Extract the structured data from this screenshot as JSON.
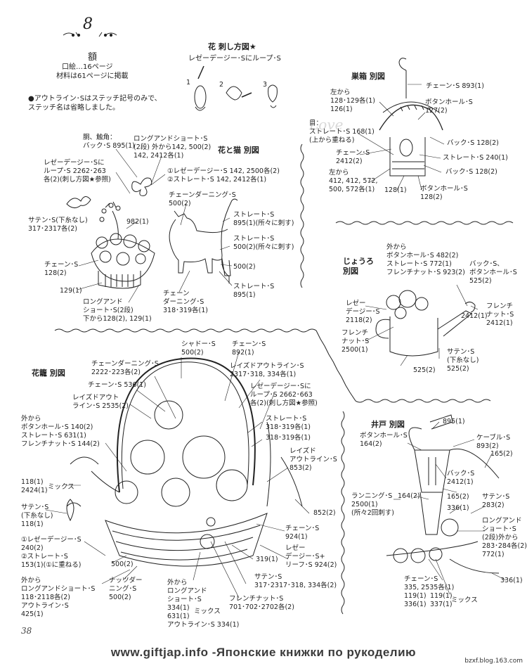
{
  "header": {
    "number": "8",
    "title": "額",
    "ref": "口絵…16ページ",
    "materials": "材料は61ページに掲載"
  },
  "note": "●アウトライン･Sはステッチ記号のみで、\nステッチ名は省略しました。",
  "flower_stitch": {
    "title": "花 刺し方図★",
    "subtitle": "レゼーデージー･Sにループ･S",
    "steps": [
      "1",
      "2",
      "3"
    ]
  },
  "sections": {
    "cat": "花と猫 別図",
    "birdhouse": "巣箱 別図",
    "watering_can": "じょうろ\n別図",
    "basket": "花籠 別図",
    "well": "井戸 別図"
  },
  "labels": {
    "cat_l1": "胴、触角：\nバック･S 895(1)",
    "cat_l2": "ロングアンドショート･S\n(2段) 外から142, 500(2)\n142, 2412各(1)",
    "cat_l3": "レゼーデージー･Sに\nループ･S 2262･263\n各(2)(刺し方図★参照)",
    "cat_l4": "①レゼーデージー･S 142, 2500各(2)\n②ストレート･S 142, 2412各(1)",
    "cat_l5": "チェーンダーニング･S\n500(2)",
    "cat_l6": "サテン･S(下糸なし)\n317･2317各(2)",
    "cat_l7": "982(1)",
    "cat_l8": "ストレート･S\n895(1)(所々に刺す)",
    "cat_l9": "ストレート･S\n500(2)(所々に刺す)",
    "cat_l10": "500(2)",
    "cat_l11": "チェーン･S\n128(2)",
    "cat_l12": "ストレート･S\n895(1)",
    "cat_l13": "129(1)",
    "cat_l14": "ロングアンド\nショート･S(2段)\n下から128(2), 129(1)",
    "cat_l15": "チェーン\nダーニング･S\n318･319各(1)",
    "bh_l1": "チェーン･S 893(1)",
    "bh_l2": "左から\n128･129各(1)\n126(1)",
    "bh_l3": "ボタンホール･S\n127(2)",
    "bh_l4": "目：\nストレート･S 168(1)\n(上から重ねる)",
    "bh_l5": "バック･S 128(2)",
    "bh_l6": "チェーン･S\n2412(2)",
    "bh_l7": "ストレート･S 240(1)",
    "bh_l8": "バック･S 128(2)",
    "bh_l9": "左から\n412, 412, 572,\n500, 572各(1)",
    "bh_l10": "128(1)",
    "bh_l11": "ボタンホール･S\n128(2)",
    "wc_l1": "外から\nボタンホール･S 482(2)\nストレート･S 772(1)\nフレンチナット･S 923(2)",
    "wc_l2": "バック･S、\nボタンホール･S\n525(2)",
    "wc_l3": "レゼー\nデージー･S\n2118(2)",
    "wc_l4": "フレンチ\nナット･S\n2500(1)",
    "wc_l5": "フレンチ\nナット･S\n2412(1)",
    "wc_l6": "2412(1)",
    "wc_l7": "サテン･S\n(下糸なし)\n525(2)",
    "wc_l8": "525(2)",
    "bk_l1": "シャドー･S\n500(2)",
    "bk_l2": "チェーン･S\n892(1)",
    "bk_l3": "チェーンダーニング･S\n2222･223各(2)",
    "bk_l4": "レイズドアウトライン･S\n2317･318, 334各(1)",
    "bk_l5": "チェーン･S 536(1)",
    "bk_l6": "レイズドアウト\nライン･S 2535(2)",
    "bk_l7": "レゼーデージー･Sに\nループ･S 2662･663\n各(2)(刺し方図★参照)",
    "bk_l8": "外から\nボタンホール･S 140(2)\nストレート･S 631(1)\nフレンチナット･S 144(2)",
    "bk_l9": "ストレート･S\n318･319各(1)",
    "bk_l10": "318･319各(1)",
    "bk_l11": "レイズド\nアウトライン･S\n853(2)",
    "bk_l12": "118(1)\n2424(1)",
    "bk_l13": "ミックス",
    "bk_l14": "サテン･S\n(下糸なし)\n118(1)",
    "bk_l15": "852(2)",
    "bk_l16": "①レゼーデージー･S\n240(2)\n②ストレート･S\n153(1)(①に重ねる)",
    "bk_l17": "チェーン･S\n924(1)",
    "bk_l18": "レゼー\nデージー･S+\nリーフ･S 924(2)",
    "bk_l19": "319(1)",
    "bk_l20": "500(2)",
    "bk_l21": "外から\nロングアンドショート･S\n118･2118各(2)\nアウトライン･S\n425(1)",
    "bk_l22": "ナッツダー\nニング･S\n500(2)",
    "bk_l23": "外から\nロングアンド\nショート･S\n334(1)\n631(1)\nアウトライン･S 334(1)",
    "bk_l24": "ミックス",
    "bk_l25": "サテン･S\n317･2317･318, 334各(2)",
    "bk_l26": "フレンチナット･S\n701･702･2702各(2)",
    "wl_l1": "895(1)",
    "wl_l2": "ボタンホール･S\n164(2)",
    "wl_l3": "ケーブル･S\n893(2)",
    "wl_l4": "165(2)",
    "wl_l5": "バック･S\n2412(1)",
    "wl_l6": "ランニング･S\n2500(1)\n(所々2回刺す)",
    "wl_l7": "164(2)",
    "wl_l8": "165(2)",
    "wl_l9": "サテン･S\n283(2)",
    "wl_l10": "336(1)",
    "wl_l11": "ロングアンド\nショート･S\n(2段)外から\n283･284各(2)\n772(1)",
    "wl_l12": "チェーン･S\n335, 2535各(1)\n119(1)\n336(1)",
    "wl_l13": "119(1)\n337(1)",
    "wl_l14": "ミックス",
    "wl_l15": "336(1)"
  },
  "page_number": "38",
  "footer": "www.giftjap.info -Японские книжки по рукоделию",
  "blog": "bzxf.blog.163.com"
}
